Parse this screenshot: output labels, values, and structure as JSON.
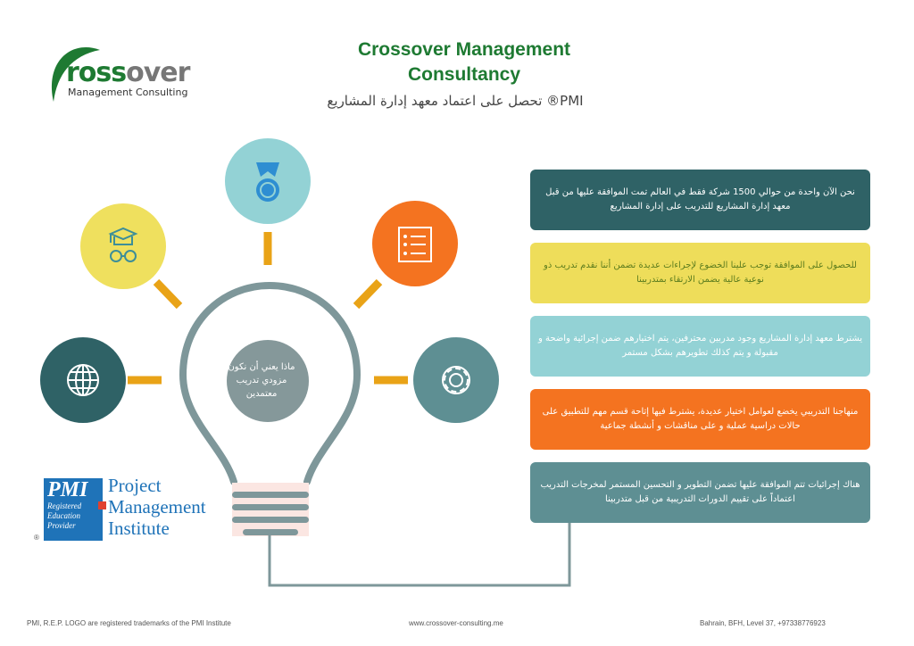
{
  "header": {
    "title_line1": "Crossover Management",
    "title_line2": "Consultancy",
    "subtitle": "تحصل على اعتماد معهد إدارة المشاريع ®PMI"
  },
  "logo": {
    "brand_green": "ross",
    "brand_gray": "over",
    "tagline": "Management Consulting"
  },
  "center": {
    "text": "ماذا يعني أن نكون مزودي تدريب معتمدين"
  },
  "icons": [
    {
      "name": "globe-icon",
      "color": "#2f6266"
    },
    {
      "name": "graduation-cap-icon",
      "color": "#efe05e"
    },
    {
      "name": "medal-icon",
      "color": "#93d2d5"
    },
    {
      "name": "checklist-icon",
      "color": "#f47320"
    },
    {
      "name": "gear-icon",
      "color": "#5e8f93"
    }
  ],
  "boxes": [
    {
      "text": "نحن الآن واحدة من حوالي 1500 شركة فقط في العالم تمت الموافقة عليها من قبل معهد إدارة المشاريع للتدريب على إدارة المشاريع",
      "bg": "#2f6266",
      "fg": "#ffffff"
    },
    {
      "text": "للحصول على الموافقة توجب علينا الخضوع لإجراءات عديدة تضمن أننا نقدم تدريب ذو نوعية عالية يضمن الارتقاء بمتدربينا",
      "bg": "#eedd5a",
      "fg": "#5d7d1e"
    },
    {
      "text": "يشترط معهد إدارة المشاريع وجود مدربين محترفين، يتم اختيارهم ضمن إجرائية واضحة و مقبولة و يتم كذلك تطويرهم بشكل مستمر",
      "bg": "#93d2d5",
      "fg": "#ffffff"
    },
    {
      "text": "منهاجنا التدريبي يخضع لعوامل اختيار عديدة، يشترط فيها إتاحة قسم مهم للتطبيق على حالات دراسية عملية و على مناقشات و أنشطة جماعية",
      "bg": "#f47320",
      "fg": "#ffffff"
    },
    {
      "text": "هناك إجرائيات تتم الموافقة عليها تضمن التطوير و التحسين المستمر لمخرجات التدريب اعتماداً على تقييم الدورات التدريبية من قبل متدربينا",
      "bg": "#5e8f93",
      "fg": "#ffffff"
    }
  ],
  "pmi": {
    "logo_letters": "PMI",
    "badge_line1": "Registered",
    "badge_line2": "Education",
    "badge_line3": "Provider",
    "name_line1": "Project",
    "name_line2": "Management",
    "name_line3": "Institute",
    "registered_mark": "®"
  },
  "footer": {
    "left": "PMI, R.E.P. LOGO are registered trademarks of the PMI Institute",
    "center": "www.crossover-consulting.me",
    "right": "Bahrain, BFH, Level 37, +97338776923"
  }
}
